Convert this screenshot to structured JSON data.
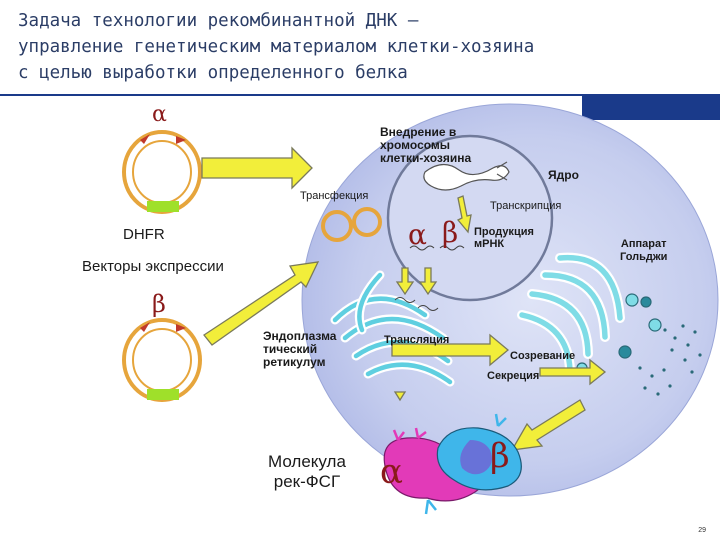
{
  "title": {
    "line1": "Задача технологии рекомбинантной ДНК –",
    "line2": "управление генетическим материалом клетки-хозяина",
    "line3": "с целью выработки определенного белка"
  },
  "labels": {
    "alpha": "α",
    "beta": "β",
    "alpha_small": "α",
    "beta_small": "β",
    "alpha_large": "α",
    "beta_large": "β",
    "dhfr": "DHFR",
    "vectors": "Векторы экспрессии",
    "insertion_l1": "Внедрение в",
    "insertion_l2": "хромосомы",
    "insertion_l3": "клетки-хозяина",
    "nucleus": "Ядро",
    "transfection": "Трансфекция",
    "transcription": "Транскрипция",
    "mrna_l1": "Продукция",
    "mrna_l2": "мРНК",
    "golgi_l1": "Аппарат",
    "golgi_l2": "Гольджи",
    "er_l1": "Эндоплазма",
    "er_l2": "тический",
    "er_l3": "ретикулум",
    "translation": "Трансляция",
    "maturation": "Созревание",
    "secretion": "Секреция",
    "molecule_l1": "Молекула",
    "molecule_l2": "рек-ФСГ"
  },
  "page_number": "29",
  "colors": {
    "title": "#2b3d66",
    "band": "#1a3a8a",
    "cell": "#c7cfee",
    "arrow_fill": "#f2ee3a",
    "arrow_stroke": "#7a7a5a",
    "plasmid_orange": "#e6a53c",
    "plasmid_green": "#9fe02a",
    "organelle": "#7fdce6",
    "magenta": "#e23ab8",
    "cyan_protein": "#3fb6ea"
  }
}
